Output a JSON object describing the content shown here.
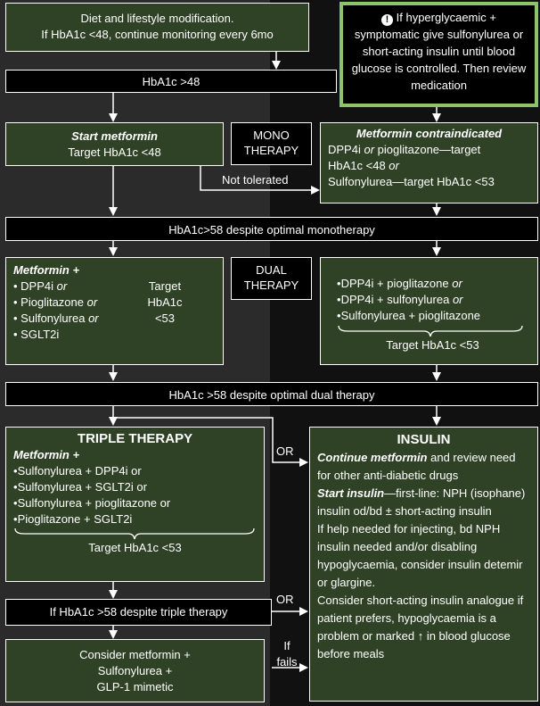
{
  "colors": {
    "box_fill": "#2f4226",
    "band_fill": "#000000",
    "note_border": "#8ec36a",
    "line": "#ffffff"
  },
  "top": {
    "line1": "Diet and lifestyle modification.",
    "line2": "If HbA1c <48, continue monitoring every 6mo"
  },
  "note": {
    "icon": "exclamation-icon",
    "text": "If hyperglycaemic + symptomatic give sulfonylurea or short-acting insulin until blood glucose is controlled. Then review medication"
  },
  "band1": "HbA1c >48",
  "mono": {
    "label": "MONO THERAPY",
    "start_title": "Start metformin",
    "start_target": "Target HbA1c <48",
    "not_tolerated": "Not tolerated",
    "contra_title": "Metformin contraindicated",
    "contra_l1a": "DPP4i ",
    "contra_l1b": "or",
    "contra_l1c": " pioglitazone—target",
    "contra_l2a": "HbA1c <48 ",
    "contra_l2b": "or",
    "contra_l3": "Sulfonylurea—target HbA1c <53"
  },
  "band2": "HbA1c>58 despite optimal monotherapy",
  "dual": {
    "label": "DUAL THERAPY",
    "left_title": "Metformin +",
    "left_items": [
      {
        "name": "DPP4i ",
        "or": "or",
        "target": "Target"
      },
      {
        "name": "Pioglitazone ",
        "or": "or",
        "target": "HbA1c"
      },
      {
        "name": "Sulfonylurea ",
        "or": "or",
        "target": "<53"
      },
      {
        "name": "SGLT2i",
        "or": "",
        "target": ""
      }
    ],
    "right_items": [
      {
        "name": "DPP4i + pioglitazone ",
        "or": "or"
      },
      {
        "name": "DPP4i + sulfonylurea ",
        "or": "or"
      },
      {
        "name": "Sulfonylurea + pioglitazone",
        "or": ""
      }
    ],
    "right_target": "Target HbA1c <53"
  },
  "band3": "HbA1c >58 despite optimal dual therapy",
  "triple": {
    "title": "TRIPLE THERAPY",
    "subtitle": "Metformin +",
    "items": [
      "Sulfonylurea + DPP4i or",
      "Sulfonylurea + SGLT2i or",
      "Sulfonylurea + pioglitazone or",
      "Pioglitazone + SGLT2i"
    ],
    "target": "Target HbA1c <53"
  },
  "or_labels": {
    "or1": "OR",
    "or2": "OR"
  },
  "insulin": {
    "title": "INSULIN",
    "p1_bi": "Continue metformin",
    "p1_rest": " and review need for other anti-diabetic drugs",
    "p2_bi": "Start insulin",
    "p2_rest": "—first-line: NPH (isophane) insulin od/bd ± short-acting insulin",
    "p3": "If help needed for injecting, bd NPH insulin needed and/or disabling hypoglycaemia, consider insulin detemir or glargine.",
    "p4": "Consider short-acting insulin analogue if patient prefers, hypoglycaemia is a problem or marked ↑ in blood glucose before meals"
  },
  "triple_fail": "If HbA1c >58 despite triple therapy",
  "glp": {
    "line1": "Consider metformin +",
    "line2": "Sulfonylurea +",
    "line3": "GLP-1 mimetic"
  },
  "if_fails": {
    "l1": "If",
    "l2": "fails"
  }
}
